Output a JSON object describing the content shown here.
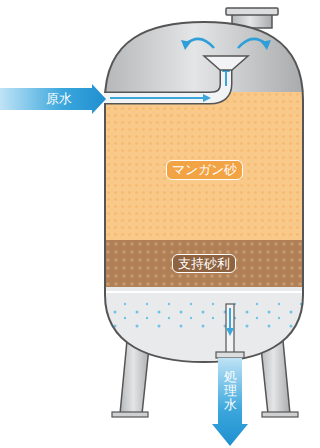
{
  "diagram": {
    "nodes": [
      {
        "text": [
          "原水"
        ]
      },
      {
        "text": [
          "マンガン砂"
        ]
      },
      {
        "text": [
          "支持砂利"
        ]
      },
      {
        "text": [
          "処理水"
        ]
      }
    ]
  }
}
